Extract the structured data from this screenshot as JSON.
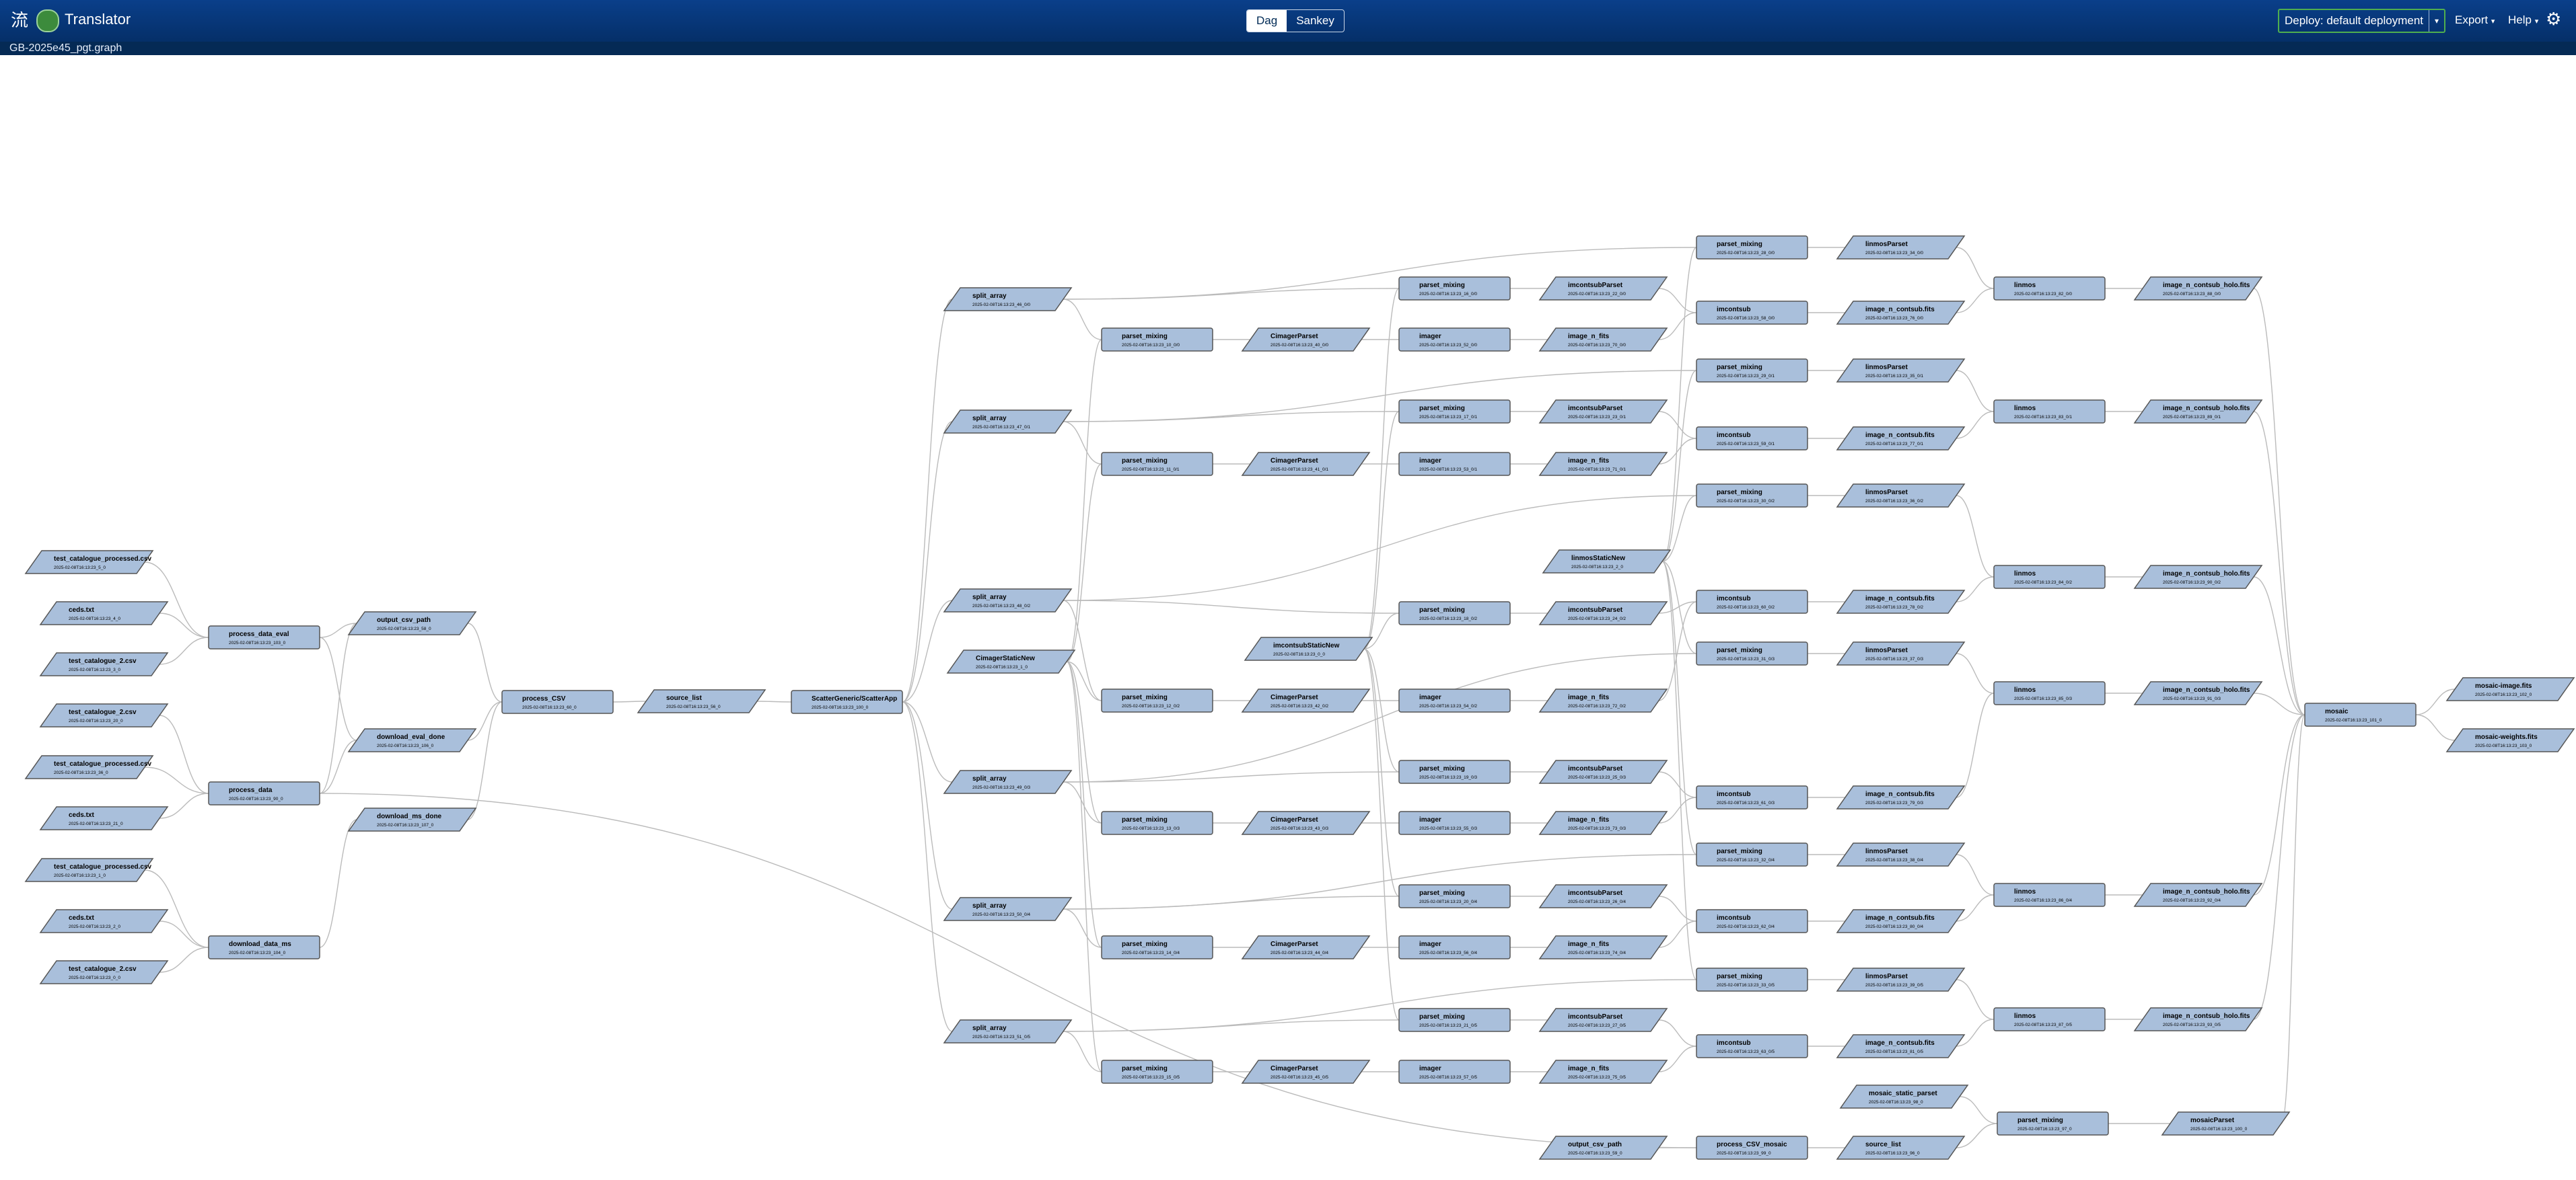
{
  "app": {
    "title": "Translator",
    "logo_icon": "translator-logo-icon"
  },
  "graph_file": "GB-2025e45_pgt.graph",
  "view_toggle": {
    "dag_label": "Dag",
    "sankey_label": "Sankey",
    "active": "Dag"
  },
  "deploy": {
    "label": "Deploy: default deployment"
  },
  "menu": {
    "export_label": "Export",
    "help_label": "Help"
  },
  "colors": {
    "node_fill": "#a9bfdb",
    "node_stroke": "#555555",
    "edge": "#bbbbbb",
    "topbar": "#063e84"
  },
  "nodes": [
    {
      "id": "a1",
      "label": "test_catalogue_processed.csv",
      "sub": "2025-02-08T16:13:23_5_0"
    },
    {
      "id": "a2",
      "label": "ceds.txt",
      "sub": "2025-02-08T16:13:23_4_0"
    },
    {
      "id": "a3",
      "label": "test_catalogue_2.csv",
      "sub": "2025-02-08T16:13:23_3_0"
    },
    {
      "id": "a4",
      "label": "test_catalogue_2.csv",
      "sub": "2025-02-08T16:13:23_20_0"
    },
    {
      "id": "a5",
      "label": "test_catalogue_processed.csv",
      "sub": "2025-02-08T16:13:23_36_0"
    },
    {
      "id": "a6",
      "label": "ceds.txt",
      "sub": "2025-02-08T16:13:23_21_0"
    },
    {
      "id": "a7",
      "label": "test_catalogue_processed.csv",
      "sub": "2025-02-08T16:13:23_1_0"
    },
    {
      "id": "a8",
      "label": "ceds.txt",
      "sub": "2025-02-08T16:13:23_2_0"
    },
    {
      "id": "a9",
      "label": "test_catalogue_2.csv",
      "sub": "2025-02-08T16:13:23_0_0"
    },
    {
      "id": "b1",
      "label": "process_data_eval",
      "sub": "2025-02-08T16:13:23_103_0"
    },
    {
      "id": "b2",
      "label": "process_data",
      "sub": "2025-02-08T16:13:23_90_0"
    },
    {
      "id": "b3",
      "label": "download_data_ms",
      "sub": "2025-02-08T16:13:23_104_0"
    },
    {
      "id": "c1",
      "label": "output_csv_path",
      "sub": "2025-02-08T16:13:23_58_0"
    },
    {
      "id": "c2",
      "label": "download_eval_done",
      "sub": "2025-02-08T16:13:23_106_0"
    },
    {
      "id": "c3",
      "label": "download_ms_done",
      "sub": "2025-02-08T16:13:23_107_0"
    },
    {
      "id": "d1",
      "label": "process_CSV",
      "sub": "2025-02-08T16:13:23_60_0"
    },
    {
      "id": "d2",
      "label": "source_list",
      "sub": "2025-02-08T16:13:23_56_0"
    },
    {
      "id": "d3",
      "label": "ScatterGeneric/ScatterApp",
      "sub": "2025-02-08T16:13:23_100_0"
    },
    {
      "id": "s1",
      "label": "split_array",
      "sub": "2025-02-08T16:13:23_46_0/0"
    },
    {
      "id": "s2",
      "label": "split_array",
      "sub": "2025-02-08T16:13:23_47_0/1"
    },
    {
      "id": "s3",
      "label": "split_array",
      "sub": "2025-02-08T16:13:23_48_0/2"
    },
    {
      "id": "cs",
      "label": "CimagerStaticNew",
      "sub": "2025-02-08T16:13:23_1_0"
    },
    {
      "id": "s4",
      "label": "split_array",
      "sub": "2025-02-08T16:13:23_49_0/3"
    },
    {
      "id": "s5",
      "label": "split_array",
      "sub": "2025-02-08T16:13:23_50_0/4"
    },
    {
      "id": "s6",
      "label": "split_array",
      "sub": "2025-02-08T16:13:23_51_0/5"
    },
    {
      "id": "p1",
      "label": "parset_mixing",
      "sub": "2025-02-08T16:13:23_10_0/0"
    },
    {
      "id": "p2",
      "label": "parset_mixing",
      "sub": "2025-02-08T16:13:23_11_0/1"
    },
    {
      "id": "p3",
      "label": "parset_mixing",
      "sub": "2025-02-08T16:13:23_12_0/2"
    },
    {
      "id": "p4",
      "label": "parset_mixing",
      "sub": "2025-02-08T16:13:23_13_0/3"
    },
    {
      "id": "p5",
      "label": "parset_mixing",
      "sub": "2025-02-08T16:13:23_14_0/4"
    },
    {
      "id": "p6",
      "label": "parset_mixing",
      "sub": "2025-02-08T16:13:23_15_0/5"
    },
    {
      "id": "cp1",
      "label": "CimagerParset",
      "sub": "2025-02-08T16:13:23_40_0/0"
    },
    {
      "id": "cp2",
      "label": "CimagerParset",
      "sub": "2025-02-08T16:13:23_41_0/1"
    },
    {
      "id": "cp3",
      "label": "CimagerParset",
      "sub": "2025-02-08T16:13:23_42_0/2"
    },
    {
      "id": "cp4",
      "label": "CimagerParset",
      "sub": "2025-02-08T16:13:23_43_0/3"
    },
    {
      "id": "cp5",
      "label": "CimagerParset",
      "sub": "2025-02-08T16:13:23_44_0/4"
    },
    {
      "id": "cp6",
      "label": "CimagerParset",
      "sub": "2025-02-08T16:13:23_45_0/5"
    },
    {
      "id": "ics",
      "label": "imcontsubStaticNew",
      "sub": "2025-02-08T16:13:23_0_0"
    },
    {
      "id": "pm1",
      "label": "parset_mixing",
      "sub": "2025-02-08T16:13:23_16_0/0"
    },
    {
      "id": "im1",
      "label": "imager",
      "sub": "2025-02-08T16:13:23_52_0/0"
    },
    {
      "id": "pm2",
      "label": "parset_mixing",
      "sub": "2025-02-08T16:13:23_17_0/1"
    },
    {
      "id": "im2",
      "label": "imager",
      "sub": "2025-02-08T16:13:23_53_0/1"
    },
    {
      "id": "pm3",
      "label": "parset_mixing",
      "sub": "2025-02-08T16:13:23_18_0/2"
    },
    {
      "id": "im3",
      "label": "imager",
      "sub": "2025-02-08T16:13:23_54_0/2"
    },
    {
      "id": "pm4",
      "label": "parset_mixing",
      "sub": "2025-02-08T16:13:23_19_0/3"
    },
    {
      "id": "im4",
      "label": "imager",
      "sub": "2025-02-08T16:13:23_55_0/3"
    },
    {
      "id": "pm5",
      "label": "parset_mixing",
      "sub": "2025-02-08T16:13:23_20_0/4"
    },
    {
      "id": "im5",
      "label": "imager",
      "sub": "2025-02-08T16:13:23_56_0/4"
    },
    {
      "id": "pm6",
      "label": "parset_mixing",
      "sub": "2025-02-08T16:13:23_21_0/5"
    },
    {
      "id": "im6",
      "label": "imager",
      "sub": "2025-02-08T16:13:23_57_0/5"
    },
    {
      "id": "ip1",
      "label": "imcontsubParset",
      "sub": "2025-02-08T16:13:23_22_0/0"
    },
    {
      "id": "if1",
      "label": "image_n_fits",
      "sub": "2025-02-08T16:13:23_70_0/0"
    },
    {
      "id": "ip2",
      "label": "imcontsubParset",
      "sub": "2025-02-08T16:13:23_23_0/1"
    },
    {
      "id": "if2",
      "label": "image_n_fits",
      "sub": "2025-02-08T16:13:23_71_0/1"
    },
    {
      "id": "lsn",
      "label": "linmosStaticNew",
      "sub": "2025-02-08T16:13:23_2_0"
    },
    {
      "id": "ip3",
      "label": "imcontsubParset",
      "sub": "2025-02-08T16:13:23_24_0/2"
    },
    {
      "id": "if3",
      "label": "image_n_fits",
      "sub": "2025-02-08T16:13:23_72_0/2"
    },
    {
      "id": "ip4",
      "label": "imcontsubParset",
      "sub": "2025-02-08T16:13:23_25_0/3"
    },
    {
      "id": "if4",
      "label": "image_n_fits",
      "sub": "2025-02-08T16:13:23_73_0/3"
    },
    {
      "id": "ip5",
      "label": "imcontsubParset",
      "sub": "2025-02-08T16:13:23_26_0/4"
    },
    {
      "id": "if5",
      "label": "image_n_fits",
      "sub": "2025-02-08T16:13:23_74_0/4"
    },
    {
      "id": "ip6",
      "label": "imcontsubParset",
      "sub": "2025-02-08T16:13:23_27_0/5"
    },
    {
      "id": "if6",
      "label": "image_n_fits",
      "sub": "2025-02-08T16:13:23_75_0/5"
    },
    {
      "id": "oc2",
      "label": "output_csv_path",
      "sub": "2025-02-08T16:13:23_59_0"
    },
    {
      "id": "q1",
      "label": "parset_mixing",
      "sub": "2025-02-08T16:13:23_28_0/0"
    },
    {
      "id": "ic1",
      "label": "imcontsub",
      "sub": "2025-02-08T16:13:23_58_0/0"
    },
    {
      "id": "q2",
      "label": "parset_mixing",
      "sub": "2025-02-08T16:13:23_29_0/1"
    },
    {
      "id": "ic2",
      "label": "imcontsub",
      "sub": "2025-02-08T16:13:23_59_0/1"
    },
    {
      "id": "q3",
      "label": "parset_mixing",
      "sub": "2025-02-08T16:13:23_30_0/2"
    },
    {
      "id": "ic3",
      "label": "imcontsub",
      "sub": "2025-02-08T16:13:23_60_0/2"
    },
    {
      "id": "q4",
      "label": "parset_mixing",
      "sub": "2025-02-08T16:13:23_31_0/3"
    },
    {
      "id": "ic4",
      "label": "imcontsub",
      "sub": "2025-02-08T16:13:23_61_0/3"
    },
    {
      "id": "q5",
      "label": "parset_mixing",
      "sub": "2025-02-08T16:13:23_32_0/4"
    },
    {
      "id": "ic5",
      "label": "imcontsub",
      "sub": "2025-02-08T16:13:23_62_0/4"
    },
    {
      "id": "q6",
      "label": "parset_mixing",
      "sub": "2025-02-08T16:13:23_33_0/5"
    },
    {
      "id": "ic6",
      "label": "imcontsub",
      "sub": "2025-02-08T16:13:23_63_0/5"
    },
    {
      "id": "pcm",
      "label": "process_CSV_mosaic",
      "sub": "2025-02-08T16:13:23_99_0"
    },
    {
      "id": "lp1",
      "label": "linmosParset",
      "sub": "2025-02-08T16:13:23_34_0/0"
    },
    {
      "id": "cf1",
      "label": "image_n_contsub.fits",
      "sub": "2025-02-08T16:13:23_76_0/0"
    },
    {
      "id": "lp2",
      "label": "linmosParset",
      "sub": "2025-02-08T16:13:23_35_0/1"
    },
    {
      "id": "cf2",
      "label": "image_n_contsub.fits",
      "sub": "2025-02-08T16:13:23_77_0/1"
    },
    {
      "id": "lp3",
      "label": "linmosParset",
      "sub": "2025-02-08T16:13:23_36_0/2"
    },
    {
      "id": "cf3",
      "label": "image_n_contsub.fits",
      "sub": "2025-02-08T16:13:23_78_0/2"
    },
    {
      "id": "lp4",
      "label": "linmosParset",
      "sub": "2025-02-08T16:13:23_37_0/3"
    },
    {
      "id": "cf4",
      "label": "image_n_contsub.fits",
      "sub": "2025-02-08T16:13:23_79_0/3"
    },
    {
      "id": "lp5",
      "label": "linmosParset",
      "sub": "2025-02-08T16:13:23_38_0/4"
    },
    {
      "id": "cf5",
      "label": "image_n_contsub.fits",
      "sub": "2025-02-08T16:13:23_80_0/4"
    },
    {
      "id": "lp6",
      "label": "linmosParset",
      "sub": "2025-02-08T16:13:23_39_0/5"
    },
    {
      "id": "cf6",
      "label": "image_n_contsub.fits",
      "sub": "2025-02-08T16:13:23_81_0/5"
    },
    {
      "id": "msp",
      "label": "mosaic_static_parset",
      "sub": "2025-02-08T16:13:23_98_0"
    },
    {
      "id": "sl2",
      "label": "source_list",
      "sub": "2025-02-08T16:13:23_96_0"
    },
    {
      "id": "l1",
      "label": "linmos",
      "sub": "2025-02-08T16:13:23_82_0/0"
    },
    {
      "id": "l2",
      "label": "linmos",
      "sub": "2025-02-08T16:13:23_83_0/1"
    },
    {
      "id": "l3",
      "label": "linmos",
      "sub": "2025-02-08T16:13:23_84_0/2"
    },
    {
      "id": "l4",
      "label": "linmos",
      "sub": "2025-02-08T16:13:23_85_0/3"
    },
    {
      "id": "l5",
      "label": "linmos",
      "sub": "2025-02-08T16:13:23_86_0/4"
    },
    {
      "id": "l6",
      "label": "linmos",
      "sub": "2025-02-08T16:13:23_87_0/5"
    },
    {
      "id": "pmm",
      "label": "parset_mixing",
      "sub": "2025-02-08T16:13:23_97_0"
    },
    {
      "id": "h1",
      "label": "image_n_contsub_holo.fits",
      "sub": "2025-02-08T16:13:23_88_0/0"
    },
    {
      "id": "h2",
      "label": "image_n_contsub_holo.fits",
      "sub": "2025-02-08T16:13:23_89_0/1"
    },
    {
      "id": "h3",
      "label": "image_n_contsub_holo.fits",
      "sub": "2025-02-08T16:13:23_90_0/2"
    },
    {
      "id": "h4",
      "label": "image_n_contsub_holo.fits",
      "sub": "2025-02-08T16:13:23_91_0/3"
    },
    {
      "id": "h5",
      "label": "image_n_contsub_holo.fits",
      "sub": "2025-02-08T16:13:23_92_0/4"
    },
    {
      "id": "h6",
      "label": "image_n_contsub_holo.fits",
      "sub": "2025-02-08T16:13:23_93_0/5"
    },
    {
      "id": "mp",
      "label": "mosaicParset",
      "sub": "2025-02-08T16:13:23_100_0"
    },
    {
      "id": "mo",
      "label": "mosaic",
      "sub": "2025-02-08T16:13:23_101_0"
    },
    {
      "id": "mi",
      "label": "mosaic-image.fits",
      "sub": "2025-02-08T16:13:23_102_0"
    },
    {
      "id": "mw",
      "label": "mosaic-weights.fits",
      "sub": "2025-02-08T16:13:23_103_0"
    }
  ]
}
